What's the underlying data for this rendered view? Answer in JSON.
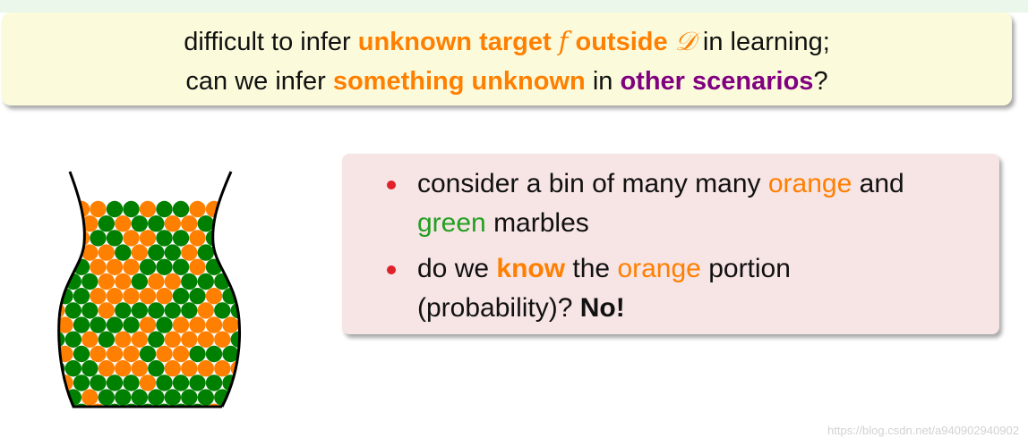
{
  "callout": {
    "line1": {
      "t1": "difficult to infer ",
      "h1": "unknown target ",
      "math_f": "f",
      "h2": " outside ",
      "math_D": "𝒟",
      "t2": " in learning;"
    },
    "line2": {
      "t1": "can we infer ",
      "h1": "something unknown",
      "t2": " in ",
      "h2": "other scenarios",
      "t3": "?"
    }
  },
  "bullets": [
    {
      "p1": "consider a bin of many many ",
      "orange": "orange",
      "p2": " and",
      "green": "green",
      "p3": " marbles"
    },
    {
      "p1": "do we ",
      "know": "know",
      "p2": " the ",
      "orange": "orange",
      "p3": " portion",
      "p4": "(probability)? ",
      "no": "No!"
    }
  ],
  "watermark": "https://blog.csdn.net/a940902940902",
  "colors": {
    "orange": "#ff7f00",
    "green": "#008000",
    "purple": "#800080",
    "bullet": "#e0202a"
  }
}
